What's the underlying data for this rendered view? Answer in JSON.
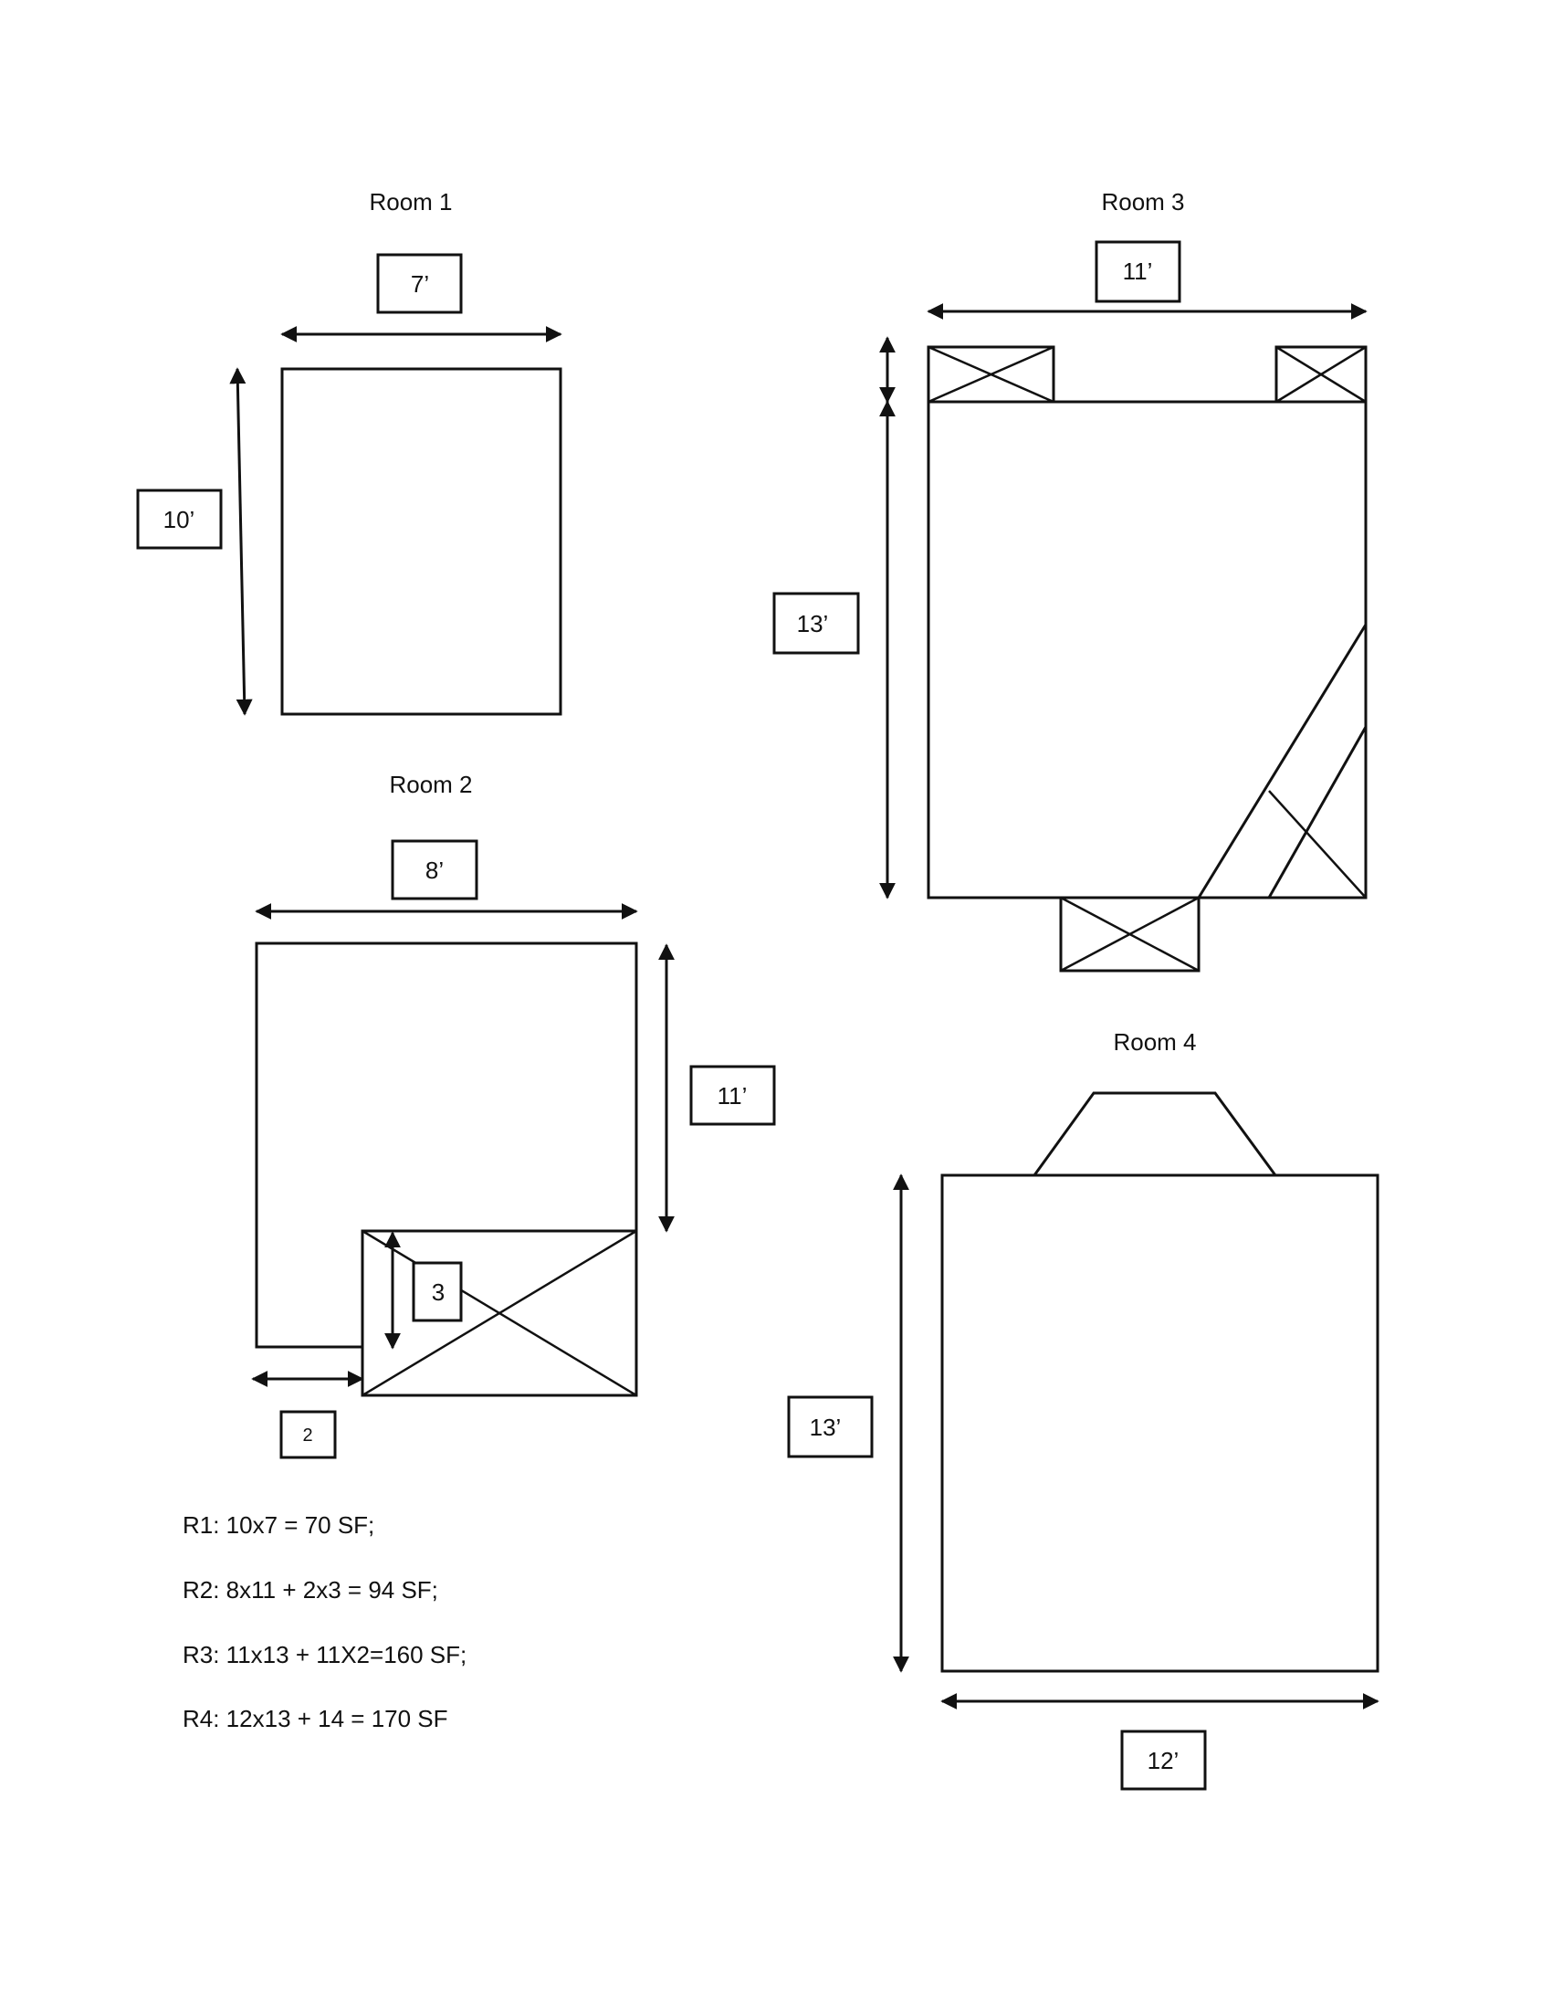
{
  "rooms": [
    {
      "title": "Room 1",
      "dims": [
        "7’",
        "10’"
      ]
    },
    {
      "title": "Room 2",
      "dims": [
        "8’",
        "11’",
        "3",
        "2"
      ]
    },
    {
      "title": "Room 3",
      "dims": [
        "11’",
        "13’"
      ]
    },
    {
      "title": "Room 4",
      "dims": [
        "13’",
        "12’"
      ]
    }
  ],
  "calculations": [
    "R1: 10x7 = 70 SF;",
    "R2: 8x11 + 2x3 = 94 SF;",
    "R3: 11x13 + 11X2=160 SF;",
    "R4: 12x13 + 14 = 170 SF"
  ]
}
